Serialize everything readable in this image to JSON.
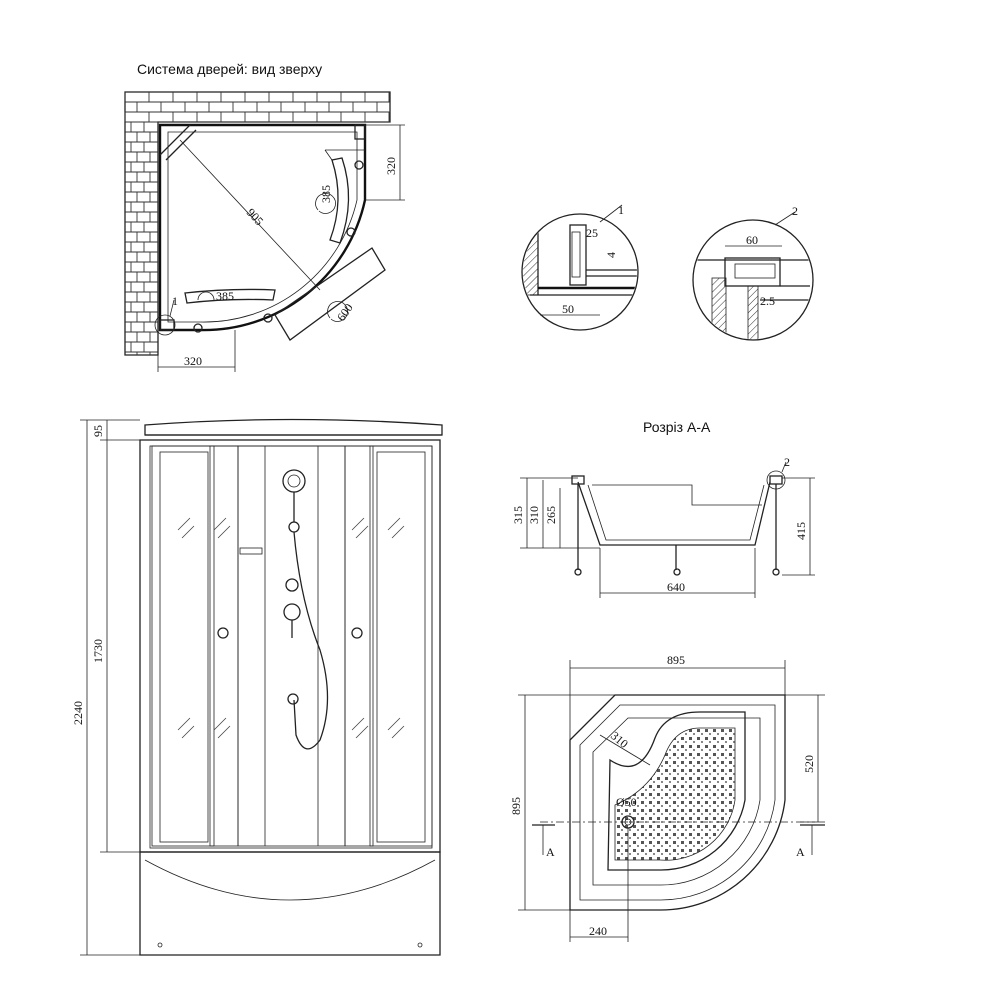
{
  "titles": {
    "top_view": "Система дверей: вид зверху",
    "section": "Розріз А-А"
  },
  "top_view": {
    "diagonal": "905",
    "right_side": "320",
    "bottom_side": "320",
    "handle_right": "385",
    "handle_bottom": "385",
    "door_opening": "600",
    "callout": "1"
  },
  "detail_1": {
    "callout": "1",
    "dim_top": "25",
    "dim_side": "4",
    "dim_bottom": "50"
  },
  "detail_2": {
    "callout": "2",
    "dim_top": "60",
    "dim_side": "2.5"
  },
  "front_view": {
    "total_height": "2240",
    "top_height": "95",
    "cabin_height": "1730"
  },
  "section_aa": {
    "callout": "2",
    "h1": "315",
    "h2": "310",
    "h3": "265",
    "h_right": "415",
    "width_bottom": "640"
  },
  "tray_plan": {
    "width": "895",
    "depth": "895",
    "right_dim": "520",
    "inner_radius": "310",
    "drain": "Ø50",
    "bottom_dim": "240",
    "section_mark_left": "A",
    "section_mark_right": "A"
  }
}
